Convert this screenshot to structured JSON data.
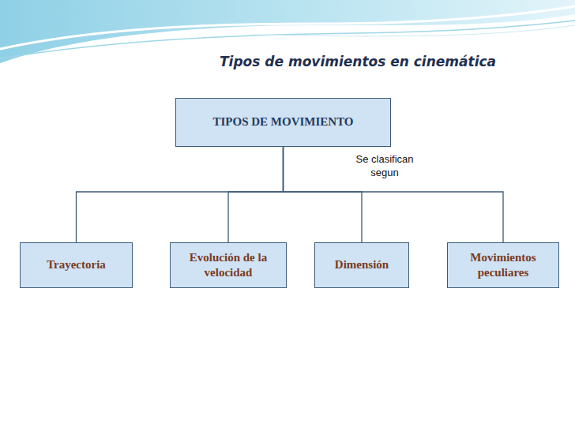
{
  "diagram": {
    "title": "Tipos de movimientos en cinemática",
    "nodes": [
      {
        "text": [
          "TIPOS DE  MOVIMIENTO"
        ]
      },
      {
        "text": [
          "Trayectoria"
        ]
      },
      {
        "text": [
          "Evolución de la velocidad"
        ]
      },
      {
        "text": [
          "Dimensión"
        ]
      },
      {
        "text": [
          "Movimientos peculiares"
        ]
      }
    ],
    "edges": [
      {
        "from": 0,
        "to": 1,
        "arrow": "none"
      },
      {
        "from": 0,
        "to": 2,
        "arrow": "none"
      },
      {
        "from": 0,
        "to": 3,
        "arrow": "none"
      },
      {
        "from": 0,
        "to": 4,
        "arrow": "none"
      }
    ],
    "labels": [
      "Se clasifican segun"
    ]
  }
}
